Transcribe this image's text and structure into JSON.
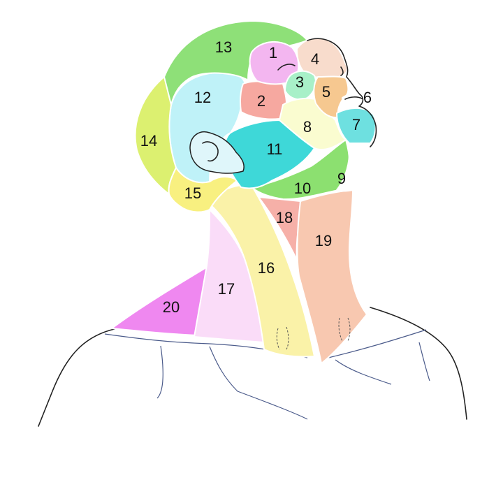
{
  "regions": [
    {
      "label": "1",
      "color": "#f3b6f0"
    },
    {
      "label": "2",
      "color": "#f6a8a0"
    },
    {
      "label": "3",
      "color": "#a8f0c8"
    },
    {
      "label": "4",
      "color": "#f8dccc"
    },
    {
      "label": "5",
      "color": "#f6c890"
    },
    {
      "label": "6",
      "color": "#ffffff"
    },
    {
      "label": "7",
      "color": "#6ee0e0"
    },
    {
      "label": "8",
      "color": "#fafcd0"
    },
    {
      "label": "9",
      "color": "#ffffff"
    },
    {
      "label": "10",
      "color": "#8ce070"
    },
    {
      "label": "11",
      "color": "#3ed8d8"
    },
    {
      "label": "12",
      "color": "#bff2f8"
    },
    {
      "label": "13",
      "color": "#8ee078"
    },
    {
      "label": "14",
      "color": "#dcf070"
    },
    {
      "label": "15",
      "color": "#f8f080"
    },
    {
      "label": "16",
      "color": "#faf2a8"
    },
    {
      "label": "17",
      "color": "#fadcf8"
    },
    {
      "label": "18",
      "color": "#f6b0a8"
    },
    {
      "label": "19",
      "color": "#f8c8b0"
    },
    {
      "label": "20",
      "color": "#ef88f0"
    }
  ],
  "colors": {
    "outline": "#222222",
    "lip": "#e06060",
    "ear": "#dff6fa",
    "skin": "#ffffff"
  }
}
